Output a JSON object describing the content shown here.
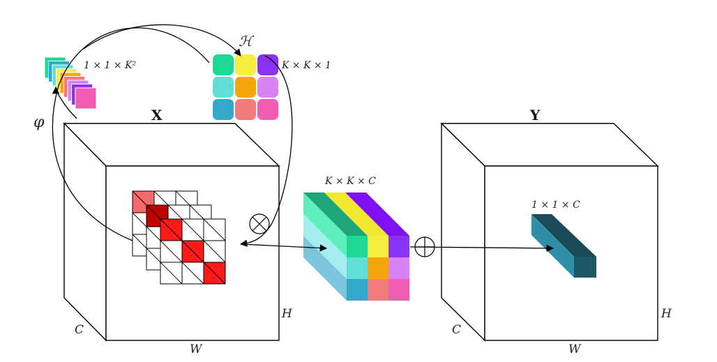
{
  "tensor_x": {
    "label": "X",
    "c_label": "C",
    "w_label": "W",
    "h_label": "H"
  },
  "tensor_y": {
    "label": "Y",
    "c_label": "C",
    "w_label": "W",
    "h_label": "H",
    "output_label": "1 × 1 × C",
    "output_color": "#2e8fa8"
  },
  "phi": {
    "label": "φ"
  },
  "h_kernel": {
    "label": "ℋ",
    "dims": "K × K × 1",
    "colors": [
      "#1ed994",
      "#f7ef3f",
      "#8a33f5",
      "#5fdfd8",
      "#f5a50a",
      "#d782f5",
      "#33a9c9",
      "#f47b7b",
      "#f05cb2"
    ]
  },
  "stack_kernel": {
    "dims": "1 × 1 × K²",
    "colors": [
      "#1ed994",
      "#33a9c9",
      "#5fdfd8",
      "#f7ef3f",
      "#f5a50a",
      "#f47b7b",
      "#d782f5",
      "#8a33f5",
      "#f05cb2"
    ]
  },
  "kkc_block": {
    "dims": "K × K × C",
    "top_colors": [
      "#1ea57a",
      "#f1e92f",
      "#8010f5"
    ],
    "front_colors": [
      "#1ed994",
      "#f7ef3f",
      "#8a33f5",
      "#5fdfd8",
      "#f5a50a",
      "#d782f5",
      "#33a9c9",
      "#f47b7b",
      "#f05cb2"
    ],
    "side_colors": [
      "#5fefbd",
      "#a5eef0",
      "#7bc6dc"
    ]
  },
  "operators": {
    "multiply": "⊗",
    "add": "⊕"
  },
  "highlight_colors": [
    "#c10000",
    "#ff1a1a",
    "#f46a6a"
  ]
}
